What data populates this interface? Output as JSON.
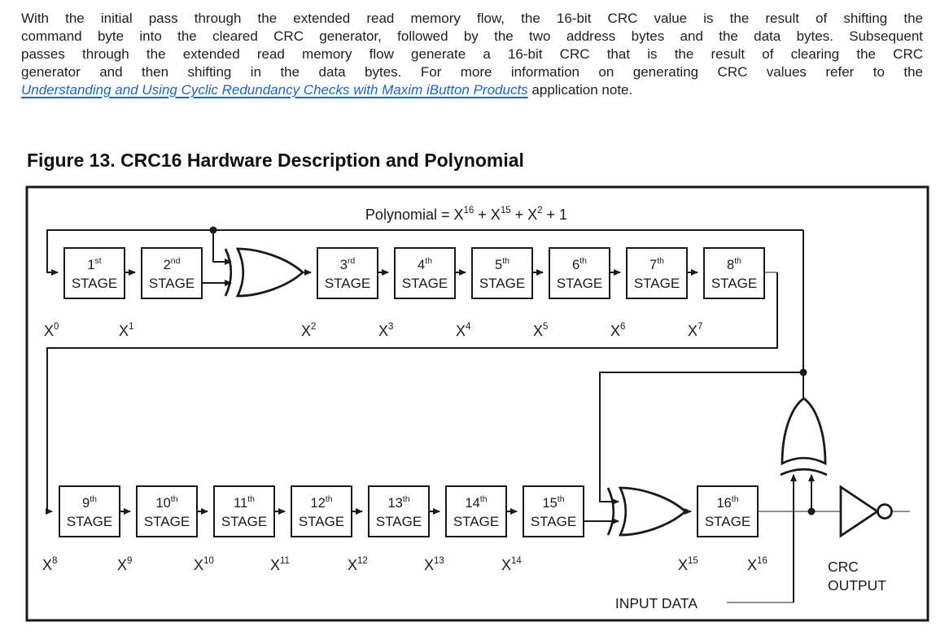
{
  "content": {
    "paragraph_lines": [
      "With the initial pass through the extended read memory flow, the 16-bit CRC value is the result of shifting the",
      "command byte into the cleared CRC generator, followed by the two address bytes and the data bytes. Subsequent",
      "passes through the extended read memory flow generate a 16-bit CRC that is the result of clearing the CRC",
      "generator and then shifting in the data bytes. For more information on generating CRC values refer to the"
    ],
    "link_text": "Understanding and Using Cyclic Redundancy Checks with Maxim iButton Products",
    "after_link_text": " application note.",
    "figure_caption": "Figure 13. CRC16 Hardware Description and Polynomial"
  },
  "diagram": {
    "polynomial_segments": [
      {
        "t": "Polynomial = X"
      },
      {
        "sup": "16"
      },
      {
        "t": " + X"
      },
      {
        "sup": "15"
      },
      {
        "t": " + X"
      },
      {
        "sup": "2"
      },
      {
        "t": " + 1"
      }
    ],
    "stage_word": "STAGE",
    "stages": [
      {
        "num": "1",
        "suffix": "st"
      },
      {
        "num": "2",
        "suffix": "nd"
      },
      {
        "num": "3",
        "suffix": "rd"
      },
      {
        "num": "4",
        "suffix": "th"
      },
      {
        "num": "5",
        "suffix": "th"
      },
      {
        "num": "6",
        "suffix": "th"
      },
      {
        "num": "7",
        "suffix": "th"
      },
      {
        "num": "8",
        "suffix": "th"
      },
      {
        "num": "9",
        "suffix": "th"
      },
      {
        "num": "10",
        "suffix": "th"
      },
      {
        "num": "11",
        "suffix": "th"
      },
      {
        "num": "12",
        "suffix": "th"
      },
      {
        "num": "13",
        "suffix": "th"
      },
      {
        "num": "14",
        "suffix": "th"
      },
      {
        "num": "15",
        "suffix": "th"
      },
      {
        "num": "16",
        "suffix": "th"
      }
    ],
    "x_labels": [
      {
        "base": "X",
        "exp": "0"
      },
      {
        "base": "X",
        "exp": "1"
      },
      {
        "base": "X",
        "exp": "2"
      },
      {
        "base": "X",
        "exp": "3"
      },
      {
        "base": "X",
        "exp": "4"
      },
      {
        "base": "X",
        "exp": "5"
      },
      {
        "base": "X",
        "exp": "6"
      },
      {
        "base": "X",
        "exp": "7"
      },
      {
        "base": "X",
        "exp": "8"
      },
      {
        "base": "X",
        "exp": "9"
      },
      {
        "base": "X",
        "exp": "10"
      },
      {
        "base": "X",
        "exp": "11"
      },
      {
        "base": "X",
        "exp": "12"
      },
      {
        "base": "X",
        "exp": "13"
      },
      {
        "base": "X",
        "exp": "14"
      },
      {
        "base": "X",
        "exp": "15"
      },
      {
        "base": "X",
        "exp": "16"
      }
    ],
    "input_data_label": "INPUT DATA",
    "crc_output_line1": "CRC",
    "crc_output_line2": "OUTPUT",
    "colors": {
      "ink": "#1a1a1a",
      "wire_gray": "#8f8f8f",
      "link_blue": "#1566c4"
    }
  }
}
